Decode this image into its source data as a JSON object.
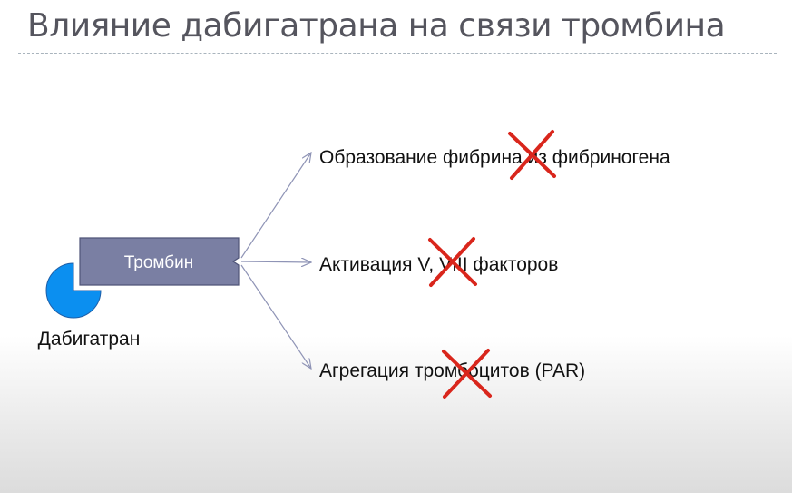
{
  "slide": {
    "title": "Влияние дабигатрана на связи тромбина"
  },
  "diagram": {
    "source_node": {
      "label": "Тромбин",
      "fill_color": "#7a7fa3"
    },
    "inhibitor": {
      "label": "Дабигатран",
      "color": "#0b8ff0"
    },
    "targets": [
      {
        "label": "Образование фибрина из фибриногена",
        "blocked": true
      },
      {
        "label": "Активация V, VIII факторов",
        "blocked": true
      },
      {
        "label": "Агрегация тромбоцитов (PAR)",
        "blocked": true
      }
    ],
    "arrow_color": "#8f94b6",
    "block_mark_color": "#d9261c"
  }
}
